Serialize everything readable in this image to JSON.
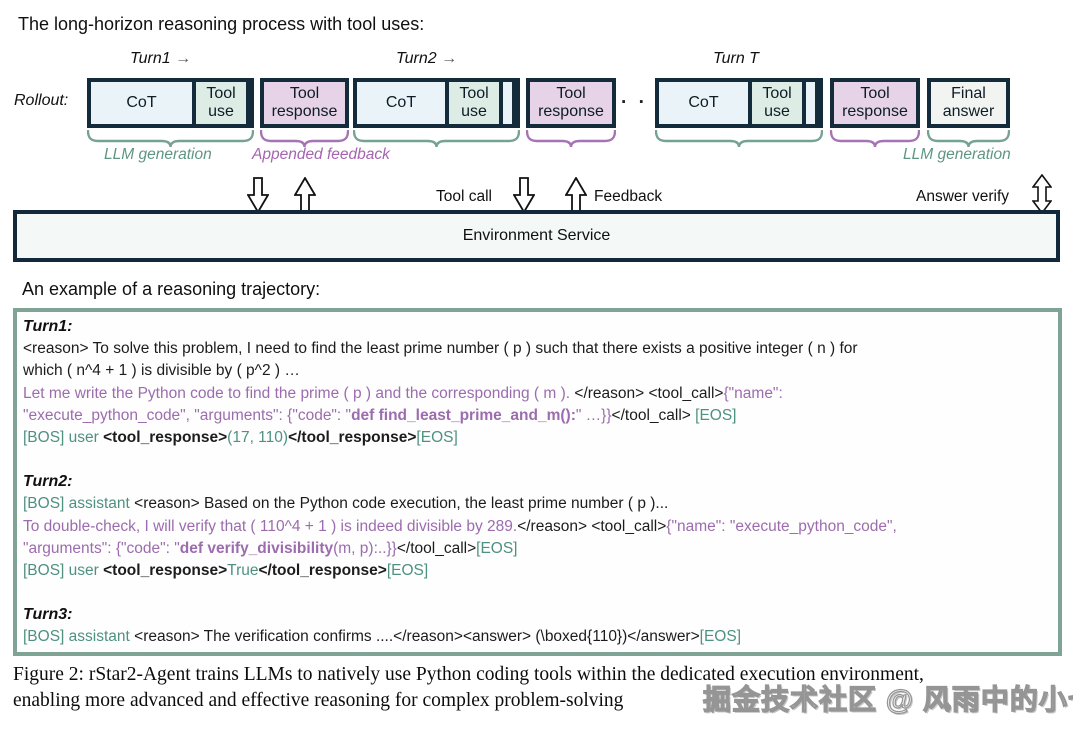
{
  "title": "The long-horizon reasoning process with tool uses:",
  "diagram": {
    "rollout_label": "Rollout:",
    "turn_labels": {
      "turn1": "Turn1",
      "turn2": "Turn2",
      "turnT": "Turn T"
    },
    "turn_arrow": "→",
    "ellipsis": "· · ·",
    "boxes": {
      "cot": "CoT",
      "tool_use": "Tool use",
      "tool_response": "Tool response",
      "final_answer": "Final answer"
    },
    "annotations": {
      "llm_generation_left": "LLM generation",
      "appended_feedback": "Appended feedback",
      "llm_generation_right": "LLM generation"
    },
    "flow_labels": {
      "tool_call": "Tool call",
      "feedback": "Feedback",
      "answer_verify": "Answer verify"
    },
    "environment_service": "Environment Service",
    "colors": {
      "box_border": "#132b3b",
      "cot_fill": "#eaf3f8",
      "tool_use_fill": "#ddece4",
      "tool_response_fill": "#e6d3e8",
      "final_answer_fill": "#f2f4f2",
      "brace_teal": "#76a292",
      "brace_purple": "#a673b5",
      "text_teal": "#4f9181",
      "text_purple": "#9c6cae",
      "trajectory_border": "#7fa394"
    }
  },
  "example": {
    "heading": "An example of a reasoning trajectory:",
    "turns": [
      {
        "title": "Turn1:",
        "lines": [
          [
            {
              "t": "<reason> To solve this problem, I need to find the least prime number ( p ) such that there exists a positive integer ( n ) for",
              "c": "black"
            }
          ],
          [
            {
              "t": "which ( n^4 + 1 ) is divisible by ( p^2 ) …",
              "c": "black"
            }
          ],
          [
            {
              "t": "Let me write the Python code to find the prime ( p ) and the corresponding ( m ). ",
              "c": "purple"
            },
            {
              "t": "</reason> <tool_call>",
              "c": "black"
            },
            {
              "t": "{\"name\":",
              "c": "purple"
            }
          ],
          [
            {
              "t": "\"execute_python_code\", \"arguments\": {\"code\": \"",
              "c": "purple"
            },
            {
              "t": "def find_least_prime_and_m():",
              "c": "purple",
              "b": true
            },
            {
              "t": "\" …}}",
              "c": "purple"
            },
            {
              "t": "</tool_call>",
              "c": "black"
            },
            {
              "t": " [EOS]",
              "c": "teal"
            }
          ],
          [
            {
              "t": "[BOS] user ",
              "c": "teal"
            },
            {
              "t": "<tool_response>",
              "c": "black",
              "b": true
            },
            {
              "t": "(17, 110)",
              "c": "teal"
            },
            {
              "t": "</tool_response>",
              "c": "black",
              "b": true
            },
            {
              "t": "[EOS]",
              "c": "teal"
            }
          ]
        ]
      },
      {
        "title": "Turn2:",
        "lines": [
          [
            {
              "t": "[BOS] assistant ",
              "c": "teal"
            },
            {
              "t": "<reason> Based on the Python code execution, the least prime number ( p )...",
              "c": "black"
            }
          ],
          [
            {
              "t": "To double-check, I will verify that ( 110^4 + 1 ) is indeed divisible by 289.",
              "c": "purple"
            },
            {
              "t": "</reason> <tool_call>",
              "c": "black"
            },
            {
              "t": "{\"name\": \"execute_python_code\",",
              "c": "purple"
            }
          ],
          [
            {
              "t": "\"arguments\": {\"code\": \"",
              "c": "purple"
            },
            {
              "t": "def verify_divisibility",
              "c": "purple",
              "b": true
            },
            {
              "t": "(m, p):..}}",
              "c": "purple"
            },
            {
              "t": "</tool_call>",
              "c": "black"
            },
            {
              "t": "[EOS]",
              "c": "teal"
            }
          ],
          [
            {
              "t": "[BOS] user ",
              "c": "teal"
            },
            {
              "t": "<tool_response>",
              "c": "black",
              "b": true
            },
            {
              "t": "True",
              "c": "teal"
            },
            {
              "t": "</tool_response>",
              "c": "black",
              "b": true
            },
            {
              "t": "[EOS]",
              "c": "teal"
            }
          ]
        ]
      },
      {
        "title": "Turn3:",
        "lines": [
          [
            {
              "t": "[BOS] assistant ",
              "c": "teal"
            },
            {
              "t": "<reason> The verification confirms ....</reason><answer> (\\boxed{110})</answer>",
              "c": "black"
            },
            {
              "t": "[EOS]",
              "c": "teal"
            }
          ]
        ]
      }
    ]
  },
  "caption": {
    "line1": "Figure 2: rStar2-Agent trains LLMs to natively use Python coding tools within the dedicated execution environment,",
    "line2": "enabling more advanced and effective reasoning for complex problem-solving",
    "watermark": "掘金技术社区 @ 风雨中的小七"
  }
}
